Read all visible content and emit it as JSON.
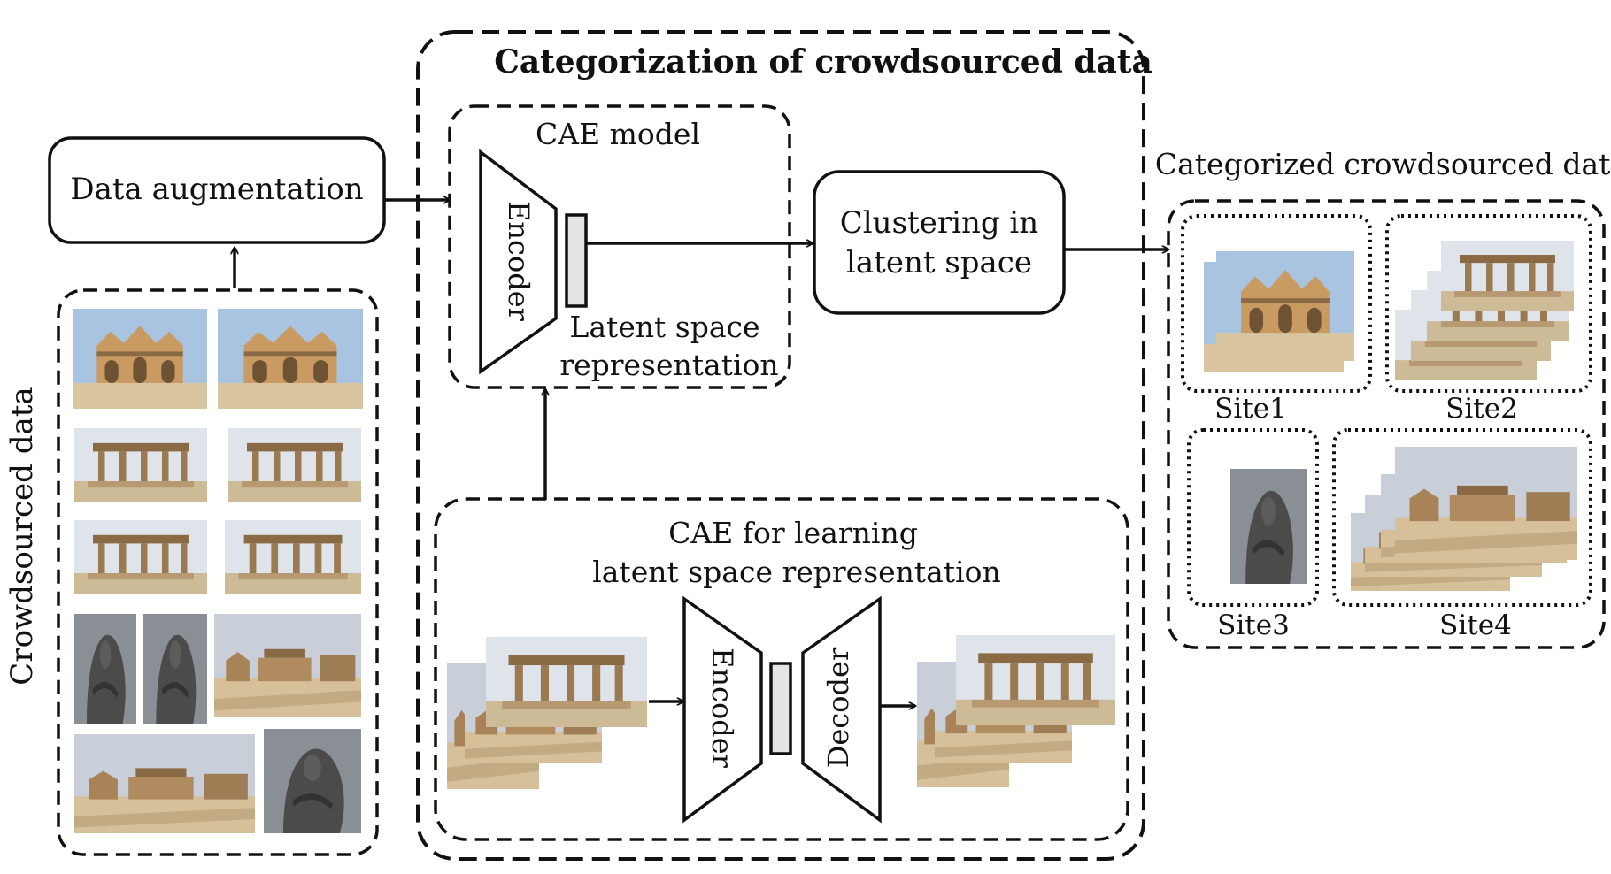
{
  "colors": {
    "ink": "#111111",
    "latent_fill": "#e4e4e4",
    "background": "#ffffff",
    "sky": "#8fb1d4",
    "stone": "#c9a06b",
    "stone_dark": "#8a6a44",
    "ground": "#d8c7a8",
    "dark_stone": "#4e4e4e"
  },
  "main_title": "Categorization of crowdsourced data",
  "crowdsourced": {
    "label": "Crowdsourced data",
    "photos": [
      "temple-photo",
      "temple-photo",
      "pavilion-photo",
      "pavilion-photo",
      "pavilion-photo",
      "pavilion-photo",
      "sculpture-photo",
      "sculpture-photo",
      "temple-complex-photo",
      "temple-complex-photo",
      "sculpture-photo"
    ]
  },
  "augmentation": {
    "label": "Data augmentation"
  },
  "cae_model": {
    "title": "CAE model",
    "encoder_label": "Encoder",
    "latent_label_line1": "Latent space",
    "latent_label_line2": "representation"
  },
  "clustering": {
    "line1": "Clustering in",
    "line2": "latent space"
  },
  "training": {
    "title_line1": "CAE for learning",
    "title_line2": "latent space representation",
    "encoder_label": "Encoder",
    "decoder_label": "Decoder"
  },
  "output": {
    "title": "Categorized crowdsourced data",
    "sites": [
      {
        "label": "Site1"
      },
      {
        "label": "Site2"
      },
      {
        "label": "Site3"
      },
      {
        "label": "Site4"
      }
    ]
  }
}
